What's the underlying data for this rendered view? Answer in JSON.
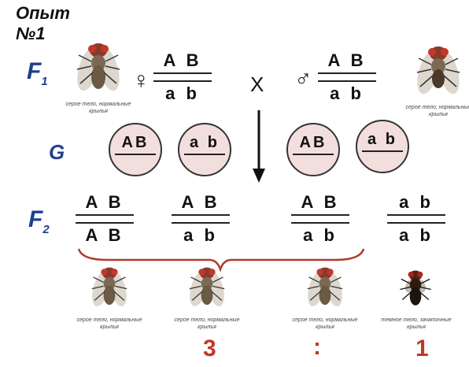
{
  "title": "Опыт\n№1",
  "title_line1": "Опыт",
  "title_line2": "№1",
  "f1": {
    "letter": "F",
    "sub": "1"
  },
  "f2": {
    "letter": "F",
    "sub": "2"
  },
  "g_label": "G",
  "female_symbol": "♀",
  "male_symbol": "♂",
  "cross_symbol": "X",
  "f1_female": {
    "top": "A B",
    "bottom": "a b"
  },
  "f1_male": {
    "top": "A B",
    "bottom": "a b"
  },
  "gametes": [
    "AB",
    "a b",
    "AB",
    "a b"
  ],
  "f2_genotypes": [
    {
      "top": "A B",
      "bottom": "A B"
    },
    {
      "top": "A B",
      "bottom": "a b"
    },
    {
      "top": "A B",
      "bottom": "a b"
    },
    {
      "top": "a b",
      "bottom": "a b"
    }
  ],
  "captions": {
    "f1_female": "серое тело, нормальные крылья",
    "f1_male": "серое тело, нормальные крылья",
    "f2": [
      "серое тело, нормальные крылья",
      "серое тело, нормальные крылья",
      "серое тело, нормальные крылья",
      "темное тело, зачаточные крылья"
    ]
  },
  "ratio": {
    "left": "3",
    "sep": ":",
    "right": "1"
  },
  "colors": {
    "label_blue": "#1f3f8f",
    "ratio_red": "#c0392b",
    "brace_red": "#b03a2e",
    "gamete_fill": "#f3dede"
  }
}
